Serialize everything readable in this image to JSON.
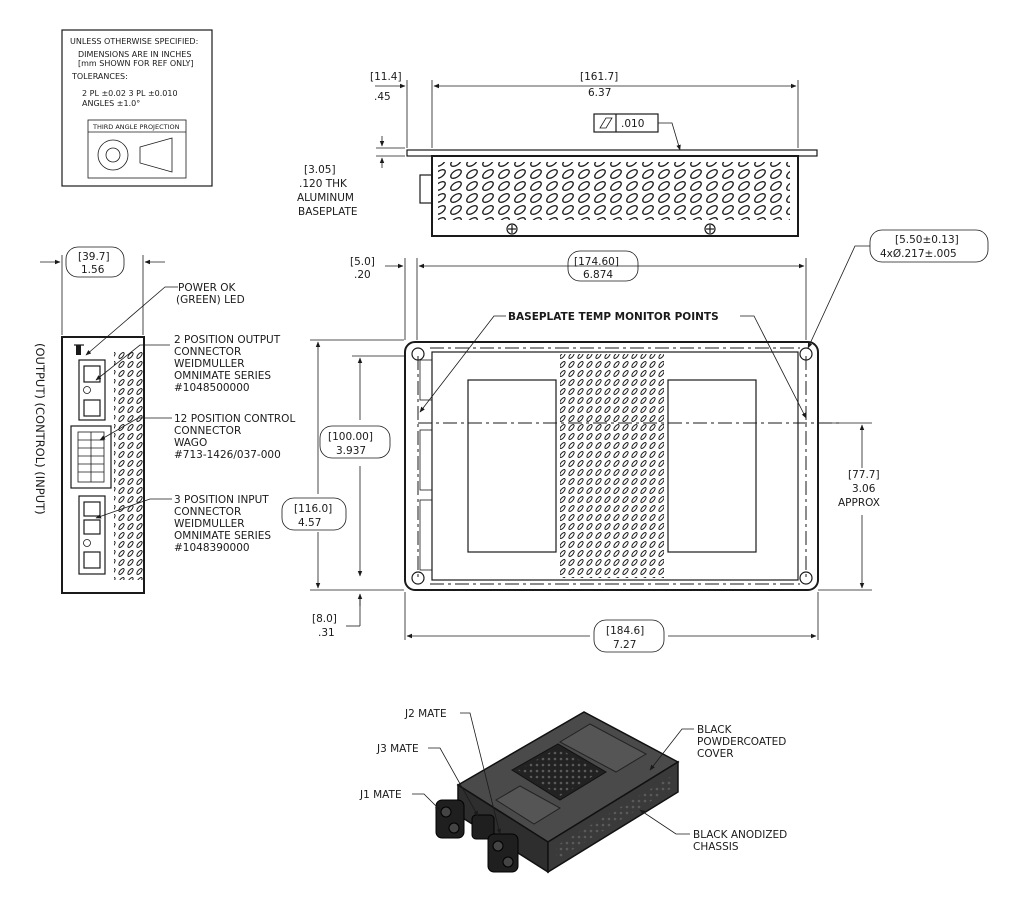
{
  "notes": {
    "l1": "UNLESS OTHERWISE SPECIFIED:",
    "l2": "DIMENSIONS ARE IN INCHES",
    "l3": "[mm SHOWN FOR REF ONLY]",
    "l4": "TOLERANCES:",
    "l5": "2 PL ±0.02   3 PL ±0.010",
    "l6": "ANGLES  ±1.0°",
    "projection": "THIRD ANGLE PROJECTION"
  },
  "top_view": {
    "dim_left_mm": "[11.4]",
    "dim_left_in": ".45",
    "dim_len_mm": "[161.7]",
    "dim_len_in": "6.37",
    "flatness": ".010",
    "base_mm": "[3.05]",
    "base_l1": ".120  THK",
    "base_l2": "ALUMINUM",
    "base_l3": "BASEPLATE"
  },
  "side_view": {
    "width_mm": "[39.7]",
    "width_in": "1.56",
    "power_l1": "POWER OK",
    "power_l2": "(GREEN) LED",
    "out_l1": "2 POSITION OUTPUT",
    "out_l2": "CONNECTOR",
    "out_l3": "WEIDMULLER",
    "out_l4": "OMNIMATE SERIES",
    "out_l5": "#1048500000",
    "ctl_l1": "12 POSITION CONTROL",
    "ctl_l2": "CONNECTOR",
    "ctl_l3": "WAGO",
    "ctl_l4": "#713-1426/037-000",
    "in_l1": "3 POSITION INPUT",
    "in_l2": "CONNECTOR",
    "in_l3": "WEIDMULLER",
    "in_l4": "OMNIMATE SERIES",
    "in_l5": "#1048390000",
    "vlabel": "(OUTPUT)   (CONTROL)   (INPUT)"
  },
  "plan_view": {
    "off_mm": "[5.0]",
    "off_in": ".20",
    "hole_mm": "[174.60]",
    "hole_in": "6.874",
    "mount_mm": "[5.50±0.13]",
    "mount_in": "4xØ.217±.005",
    "temp": "BASEPLATE TEMP MONITOR POINTS",
    "h_inner_mm": "[100.00]",
    "h_inner_in": "3.937",
    "h_outer_mm": "[116.0]",
    "h_outer_in": "4.57",
    "h_r_mm": "[77.7]",
    "h_r_in": "3.06",
    "h_r_note": "APPROX",
    "bot_mm": "[8.0]",
    "bot_in": ".31",
    "total_mm": "[184.6]",
    "total_in": "7.27"
  },
  "iso_view": {
    "j2": "J2 MATE",
    "j3": "J3 MATE",
    "j1": "J1 MATE",
    "cover_l1": "BLACK",
    "cover_l2": "POWDERCOATED",
    "cover_l3": "COVER",
    "chassis_l1": "BLACK ANODIZED",
    "chassis_l2": "CHASSIS"
  }
}
